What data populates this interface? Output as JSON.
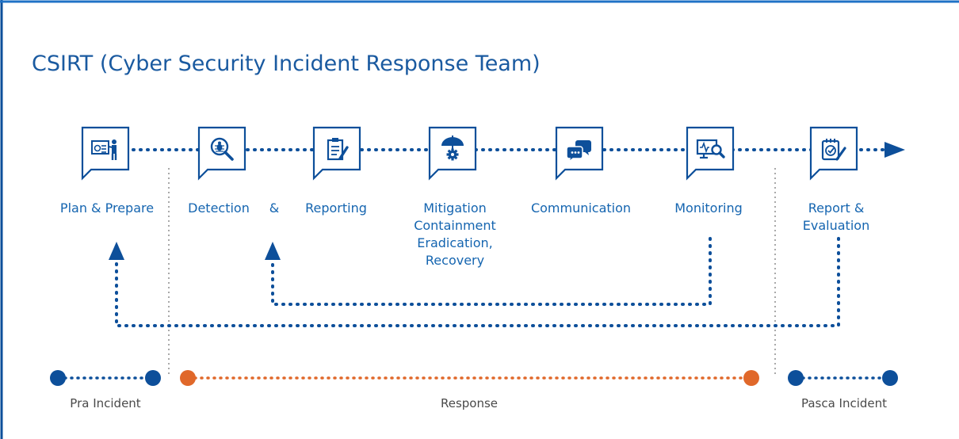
{
  "title": "CSIRT (Cyber Security Incident Response Team)",
  "colors": {
    "primary": "#0d4f9a",
    "accent_orange": "#e0682a",
    "label_blue": "#1565b0",
    "frame_top": "#1f72c6",
    "divider_gray": "#a9a9a9"
  },
  "steps": [
    {
      "icon": "presentation-board-icon",
      "label_lines": [
        "Plan & Prepare"
      ]
    },
    {
      "icon": "magnifier-bug-icon",
      "label_lines": [
        "Detection"
      ]
    },
    {
      "icon": "clipboard-pencil-icon",
      "label_lines": [
        "Reporting"
      ]
    },
    {
      "icon": "umbrella-gear-icon",
      "label_lines": [
        "Mitigation",
        "Containment",
        "Eradication,",
        "Recovery"
      ]
    },
    {
      "icon": "chat-bubbles-icon",
      "label_lines": [
        "Communication"
      ]
    },
    {
      "icon": "monitor-search-icon",
      "label_lines": [
        "Monitoring"
      ]
    },
    {
      "icon": "checklist-edit-icon",
      "label_lines": [
        "Report &",
        "Evaluation"
      ]
    }
  ],
  "connector_text": "&",
  "phases": {
    "pre": "Pra Incident",
    "response": "Response",
    "post": "Pasca Incident"
  }
}
